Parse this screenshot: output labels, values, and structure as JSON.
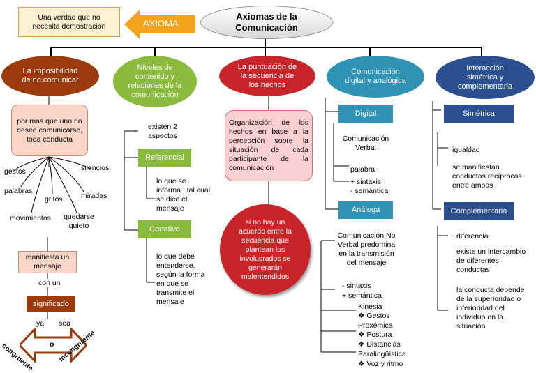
{
  "colors": {
    "brown": "#9b3a0c",
    "green": "#8bbb3c",
    "red": "#c8252b",
    "teal": "#2e93b5",
    "navy": "#2b4f8f",
    "arrow_orange": "#f2a21b"
  },
  "title": {
    "text": "Axiomas de la Comunicación"
  },
  "axioma": {
    "label": "AXIOMA",
    "definition": "Una verdad que no necesita demostración"
  },
  "col1": {
    "header": "La imposibilidad de no comunicar",
    "box": "por mas que uno no desee comunicarse, toda conducta",
    "words": [
      "gestos",
      "silencios",
      "palabras",
      "gritos",
      "miradas",
      "movimientos",
      "quedarse quieto"
    ],
    "box2": "manifiesta un mensaje",
    "con_un": "con un",
    "significado": "significado",
    "ya": "ya",
    "sea": "sea",
    "congruente": "congruente",
    "o": "o",
    "incongruente": "incongruente"
  },
  "col2": {
    "header": "Niveles de contenido y relaciones de la comunicación",
    "intro": "existen 2 aspectos",
    "referencial": "Referencial",
    "ref_text": "lo que se informa , tal cual se dice el mensaje",
    "conativo": "Conativo",
    "con_text": "lo que debe entenderse, según la forma en que se transmite el mensaje"
  },
  "col3": {
    "header": "La puntuación de la secuencia de los hechos",
    "box": "Organización de los hechos en base a la percepción sobre la situación de cada participante de la comunicación",
    "circle": "si no hay un acuerdo entre la secuencia que plantean los involucrados se generarán malentendidos"
  },
  "col4": {
    "header": "Comunicación digital y analógica",
    "digital": "Digital",
    "dig_text": "Comunicación Verbal",
    "palabra": "palabra",
    "sintaxis": "+ sintaxis",
    "semantica": "- semántica",
    "analoga": "Análoga",
    "ana_text": "Comunicación No Verbal predomina en la transmisión del mensaje",
    "sintaxis2": "- sintaxis",
    "semantica2": "+ semántica",
    "kinesia": "Kinesia",
    "gestos": "❖ Gestos",
    "proxemica": "Proxémica",
    "postura": "❖ Postura",
    "distancias": "❖ Distancias",
    "paraling": "Paralingüística",
    "voz": "❖ Voz y ritmo"
  },
  "col5": {
    "header": "Interacción simétrica y complementaria",
    "simetrica": "Simétrica",
    "igualdad": "igualdad",
    "sim_text": "se manifiestan conductas recíprocas entre ambos",
    "complementaria": "Complementaria",
    "diferencia": "diferencia",
    "comp_text1": "existe un intercambio de diferentes conductas",
    "comp_text2": "la conducta depende de la superioridad o inferioridad del individuo en la situación"
  }
}
